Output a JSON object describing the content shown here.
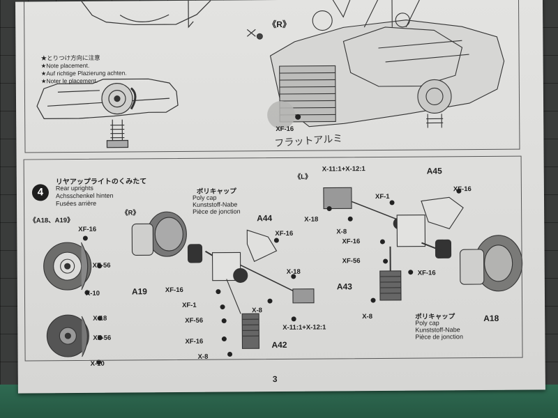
{
  "sheet": {
    "page_number": "3",
    "handwritten_note": "フラットアルミ"
  },
  "top_section": {
    "r_marker": "《R》",
    "note_jp": "★とりつけ方向に注意",
    "note_en": "★Note placement.",
    "note_de": "★Auf richtige Plazierung achten.",
    "note_fr": "★Noter le placement.",
    "screw_label": "XF-16"
  },
  "step4": {
    "number": "4",
    "title_jp": "リヤアップライトのくみたて",
    "title_en": "Rear uprights",
    "title_de": "Achsschenkel hinten",
    "title_fr": "Fusées arrière",
    "subset_a": "《A18、A19》",
    "r_marker": "《R》",
    "l_marker": "《L》",
    "polycap_jp": "ポリキャップ",
    "polycap_en": "Poly cap",
    "polycap_de": "Kunststoff-Nabe",
    "polycap_fr": "Pièce de jonction",
    "parts": {
      "a19": "A19",
      "a44": "A44",
      "a42": "A42",
      "a45": "A45",
      "a43": "A43",
      "a18": "A18"
    },
    "paint_labels": {
      "xf16": "XF-16",
      "xf56": "XF-56",
      "x10": "X-10",
      "x18": "X-18",
      "xf1": "XF-1",
      "x8": "X-8",
      "mix": "X-11:1+X-12:1"
    }
  }
}
